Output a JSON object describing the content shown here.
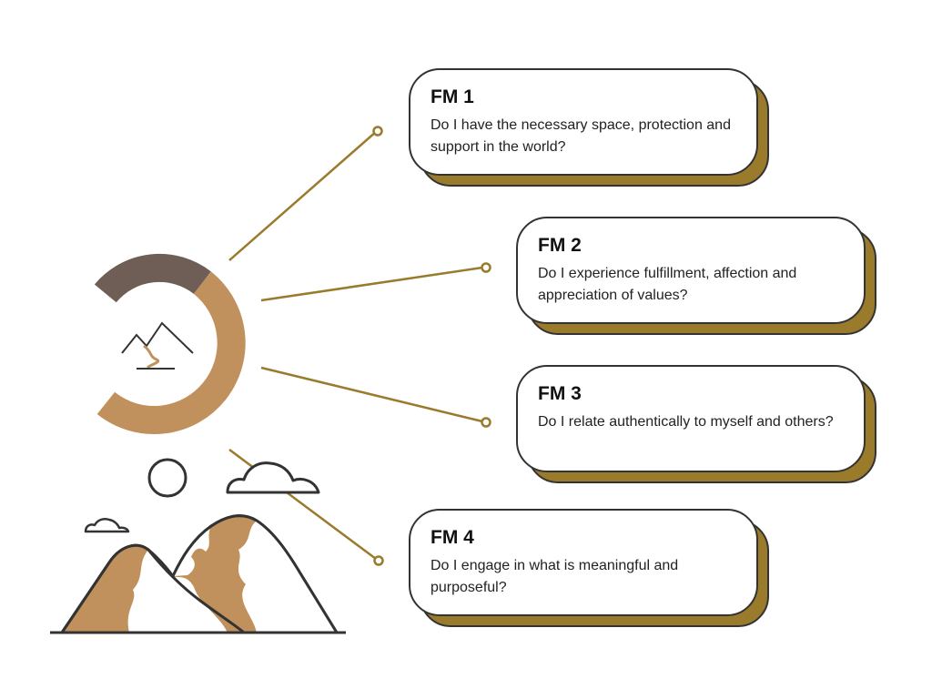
{
  "colors": {
    "accent": "#9a7b2c",
    "tan": "#c0915c",
    "dark_brown": "#6e5e55",
    "outline": "#333333"
  },
  "cards": [
    {
      "title": "FM 1",
      "text": "Do I have the necessary space, protection and support in the world?"
    },
    {
      "title": "FM 2",
      "text": "Do I experience fulfillment, affection and appreciation of values?"
    },
    {
      "title": "FM 3",
      "text": "Do I relate authentically to myself and others?"
    },
    {
      "title": "FM 4",
      "text": "Do I engage in what is meaningful and purposeful?"
    }
  ]
}
